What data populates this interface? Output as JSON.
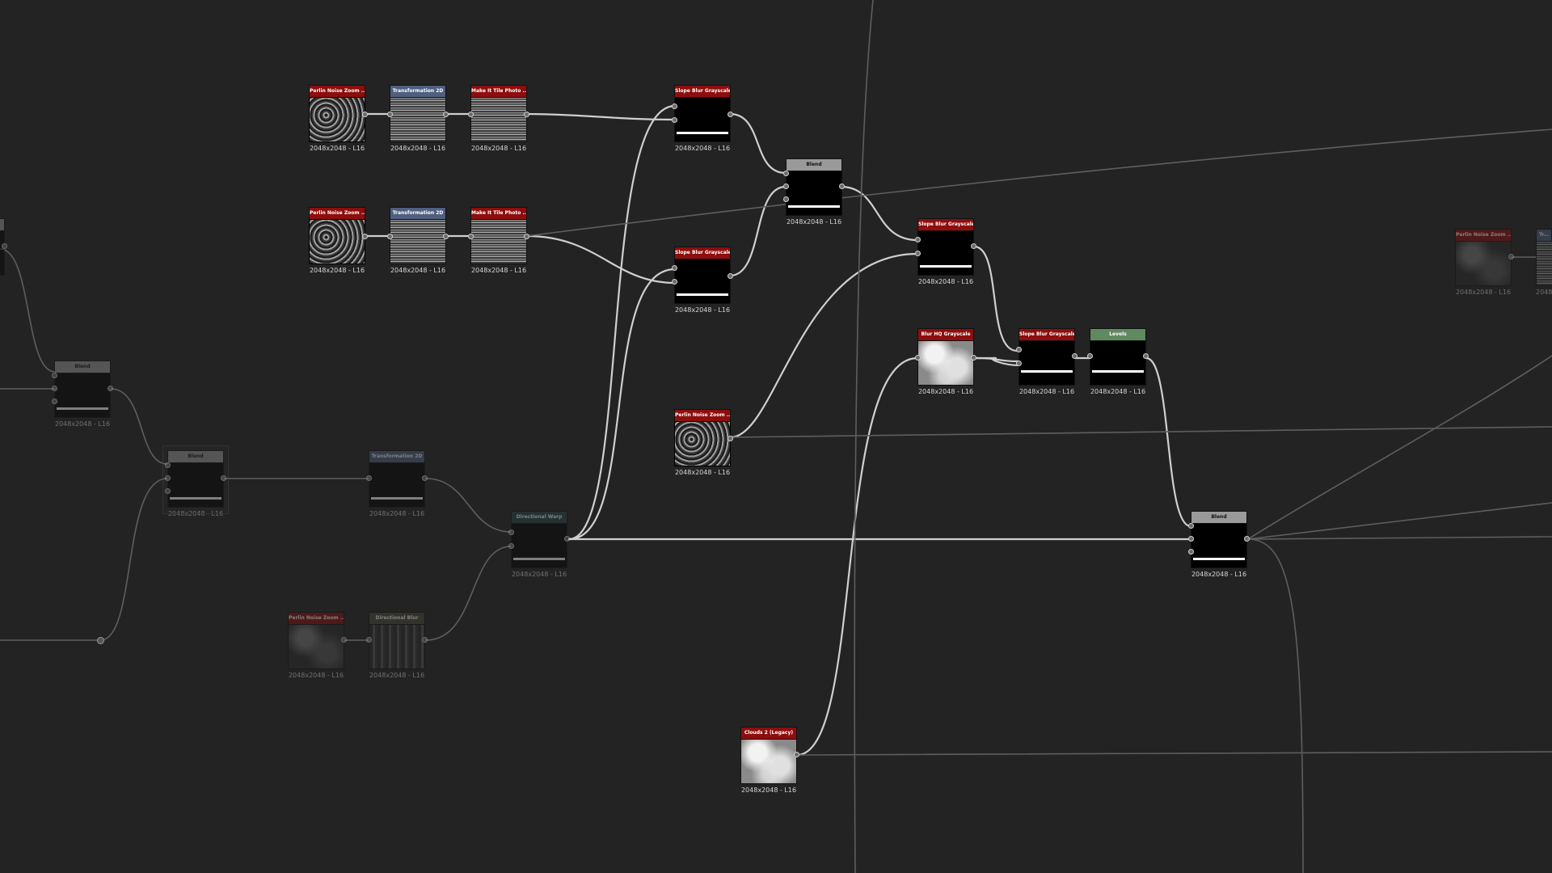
{
  "graph": {
    "nodes": [
      {
        "id": "n1",
        "title": "Perlin Noise Zoom ...",
        "res": "2048x2048 - L16",
        "color": "red",
        "thumb": "noise"
      },
      {
        "id": "n2",
        "title": "Transformation 2D",
        "res": "2048x2048 - L16",
        "color": "blue",
        "thumb": "noise-h"
      },
      {
        "id": "n3",
        "title": "Make It Tile Photo ...",
        "res": "2048x2048 - L16",
        "color": "red",
        "thumb": "noise-h"
      },
      {
        "id": "n4",
        "title": "Perlin Noise Zoom ...",
        "res": "2048x2048 - L16",
        "color": "red",
        "thumb": "noise"
      },
      {
        "id": "n5",
        "title": "Transformation 2D",
        "res": "2048x2048 - L16",
        "color": "blue",
        "thumb": "noise-h"
      },
      {
        "id": "n6",
        "title": "Make It Tile Photo ...",
        "res": "2048x2048 - L16",
        "color": "red",
        "thumb": "noise-h"
      },
      {
        "id": "n7",
        "title": "Slope Blur Grayscale",
        "res": "2048x2048 - L16",
        "color": "red",
        "thumb": "dark"
      },
      {
        "id": "n8",
        "title": "Slope Blur Grayscale",
        "res": "2048x2048 - L16",
        "color": "red",
        "thumb": "dark"
      },
      {
        "id": "n9",
        "title": "Blend",
        "res": "2048x2048 - L16",
        "color": "grey",
        "thumb": "dark"
      },
      {
        "id": "n10",
        "title": "Slope Blur Grayscale",
        "res": "2048x2048 - L16",
        "color": "red",
        "thumb": "dark"
      },
      {
        "id": "n11",
        "title": "Perlin Noise Zoom ...",
        "res": "2048x2048 - L16",
        "color": "red",
        "thumb": "noise"
      },
      {
        "id": "n12",
        "title": "Blur HQ Grayscale",
        "res": "2048x2048 - L16",
        "color": "red",
        "thumb": "cloud"
      },
      {
        "id": "n13",
        "title": "Slope Blur Grayscale",
        "res": "2048x2048 - L16",
        "color": "red",
        "thumb": "dark"
      },
      {
        "id": "n14",
        "title": "Levels",
        "res": "2048x2048 - L16",
        "color": "green",
        "thumb": "dark"
      },
      {
        "id": "n15",
        "title": "Blend",
        "res": "2048x2048 - L16",
        "color": "grey",
        "thumb": "dark"
      },
      {
        "id": "n16",
        "title": "Clouds 2 (Legacy)",
        "res": "2048x2048 - L16",
        "color": "red",
        "thumb": "cloud"
      },
      {
        "id": "n17",
        "title": "Blend",
        "res": "2048x2048 - L16",
        "color": "grey",
        "thumb": "dark",
        "dim": true
      },
      {
        "id": "n18",
        "title": "Blend",
        "res": "2048x2048 - L16",
        "color": "grey",
        "thumb": "dark",
        "dim": true
      },
      {
        "id": "n19",
        "title": "Transformation 2D",
        "res": "2048x2048 - L16",
        "color": "blue",
        "thumb": "dark",
        "dim": true
      },
      {
        "id": "n20",
        "title": "Directional Warp",
        "res": "2048x2048 - L16",
        "color": "teal",
        "thumb": "dark",
        "dim": true
      },
      {
        "id": "n21",
        "title": "Perlin Noise Zoom ...",
        "res": "2048x2048 - L16",
        "color": "red",
        "thumb": "soft",
        "dim": true
      },
      {
        "id": "n22",
        "title": "Directional Blur",
        "res": "2048x2048 - L16",
        "color": "olive",
        "thumb": "blurv",
        "dim": true
      },
      {
        "id": "n23",
        "title": "Perlin Noise Zoom ...",
        "res": "2048x2048 - L16",
        "color": "red",
        "thumb": "soft",
        "dim": true
      },
      {
        "id": "n24",
        "title": "Tr...",
        "res": "2048...",
        "color": "blue",
        "thumb": "noise-h",
        "dim": true
      }
    ]
  }
}
